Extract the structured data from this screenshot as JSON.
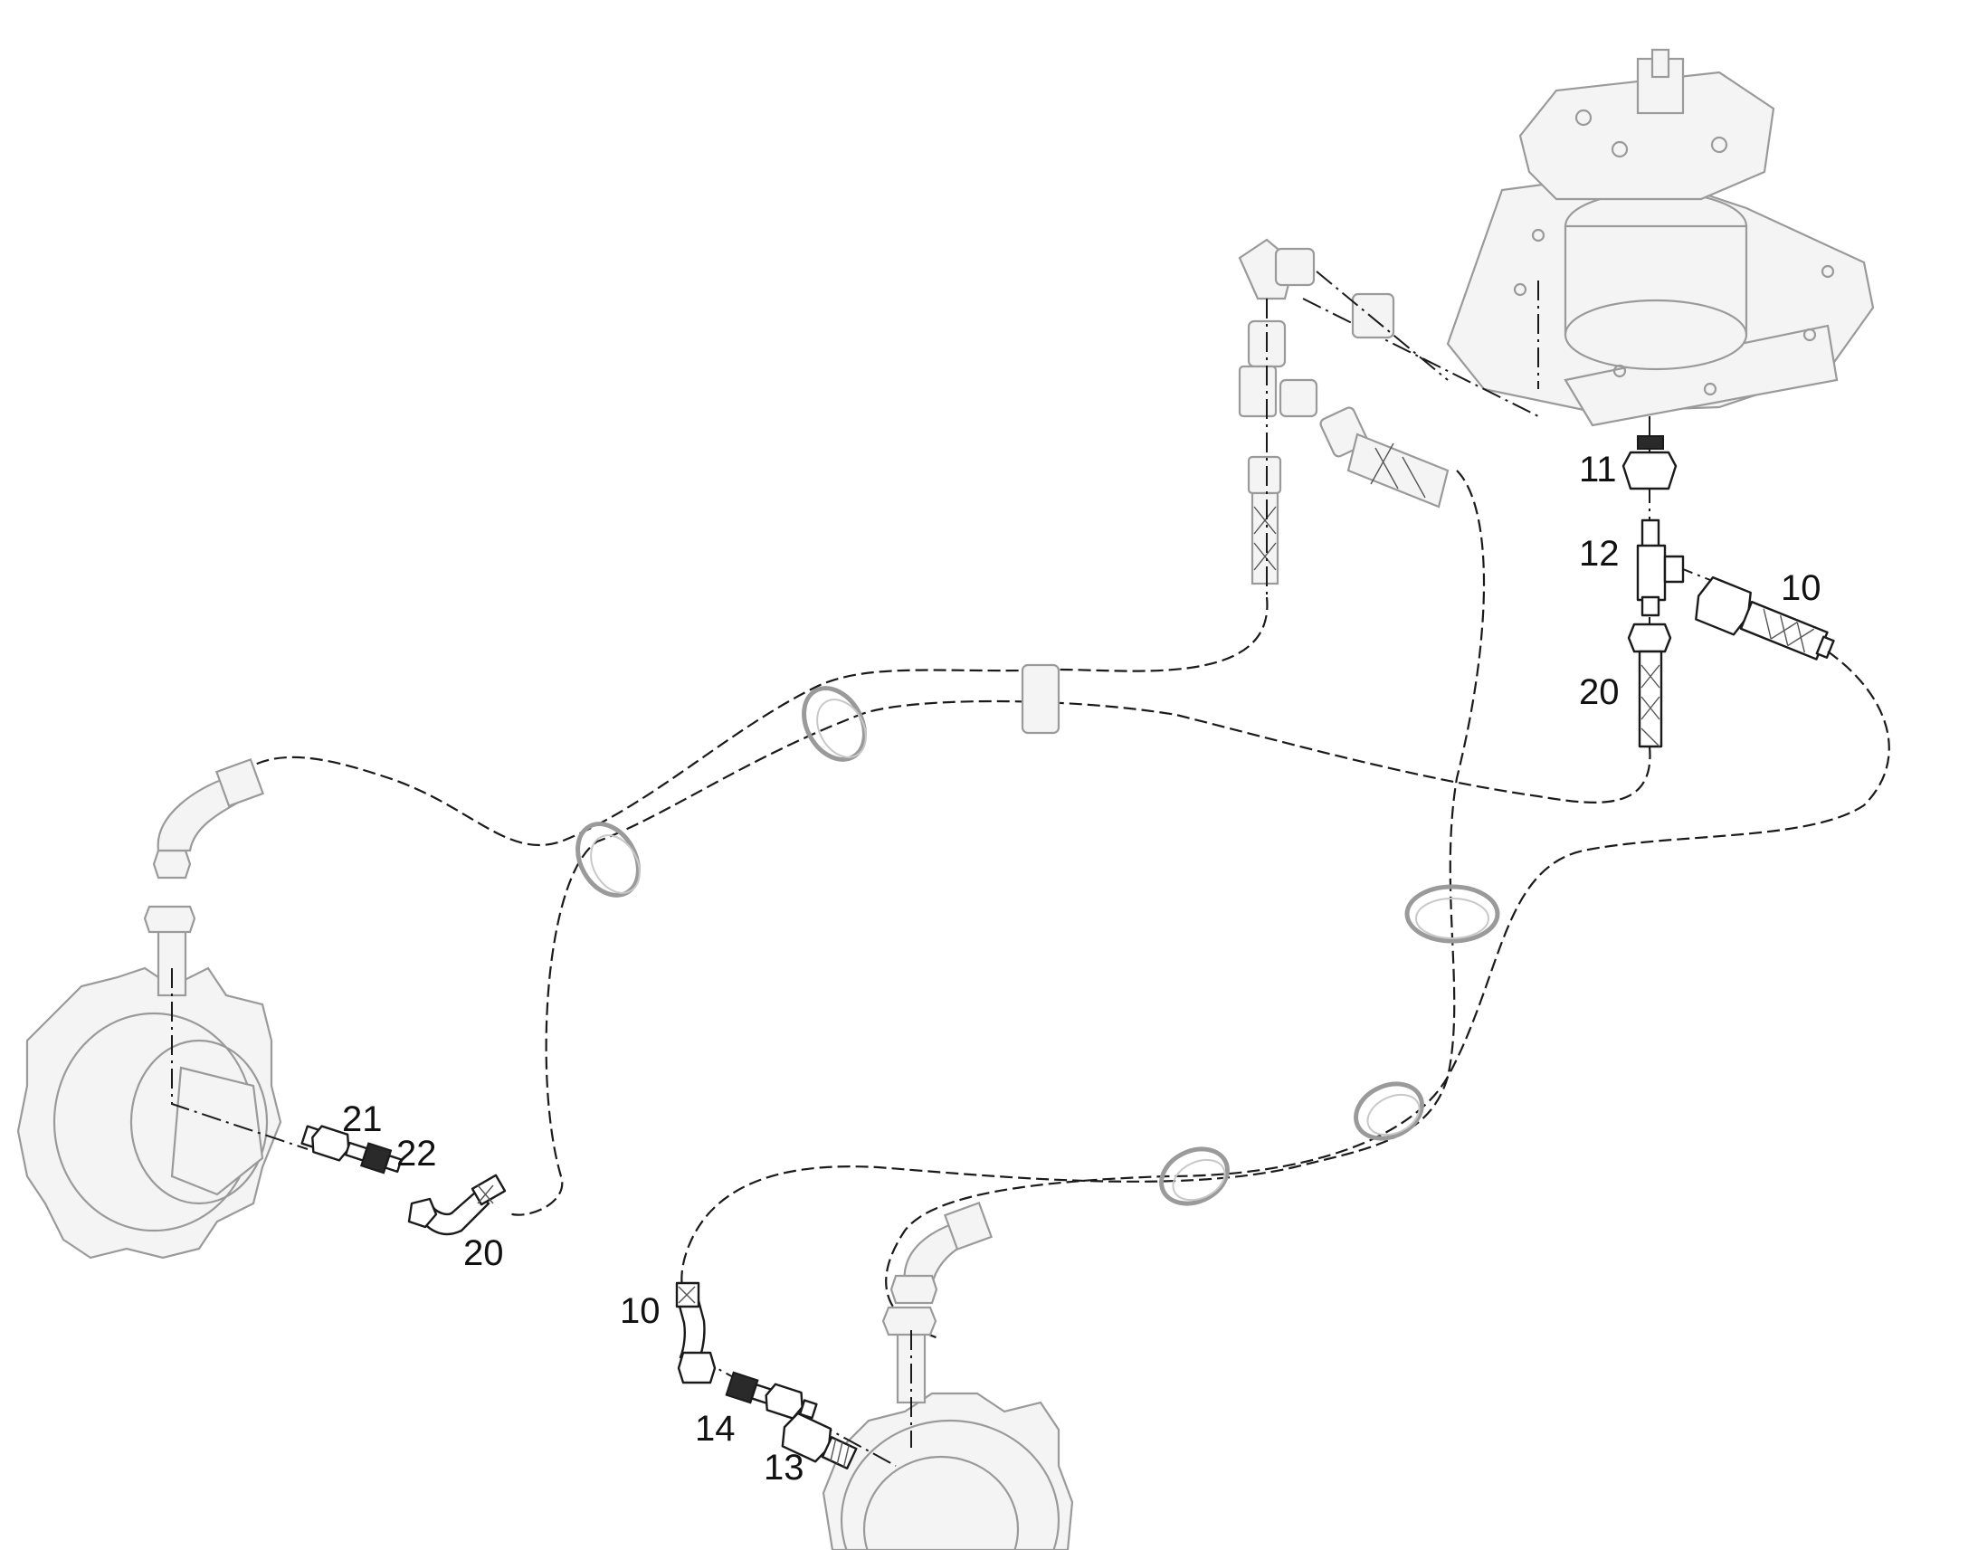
{
  "callouts": [
    {
      "id": "c11",
      "text": "11"
    },
    {
      "id": "c12",
      "text": "12"
    },
    {
      "id": "c10a",
      "text": "10"
    },
    {
      "id": "c20a",
      "text": "20"
    },
    {
      "id": "c21",
      "text": "21"
    },
    {
      "id": "c22",
      "text": "22"
    },
    {
      "id": "c20b",
      "text": "20"
    },
    {
      "id": "c10b",
      "text": "10"
    },
    {
      "id": "c14",
      "text": "14"
    },
    {
      "id": "c13",
      "text": "13"
    }
  ],
  "colors": {
    "line": "#1a1a1a",
    "ghost": "#9a9a9a",
    "background": "#ffffff"
  }
}
